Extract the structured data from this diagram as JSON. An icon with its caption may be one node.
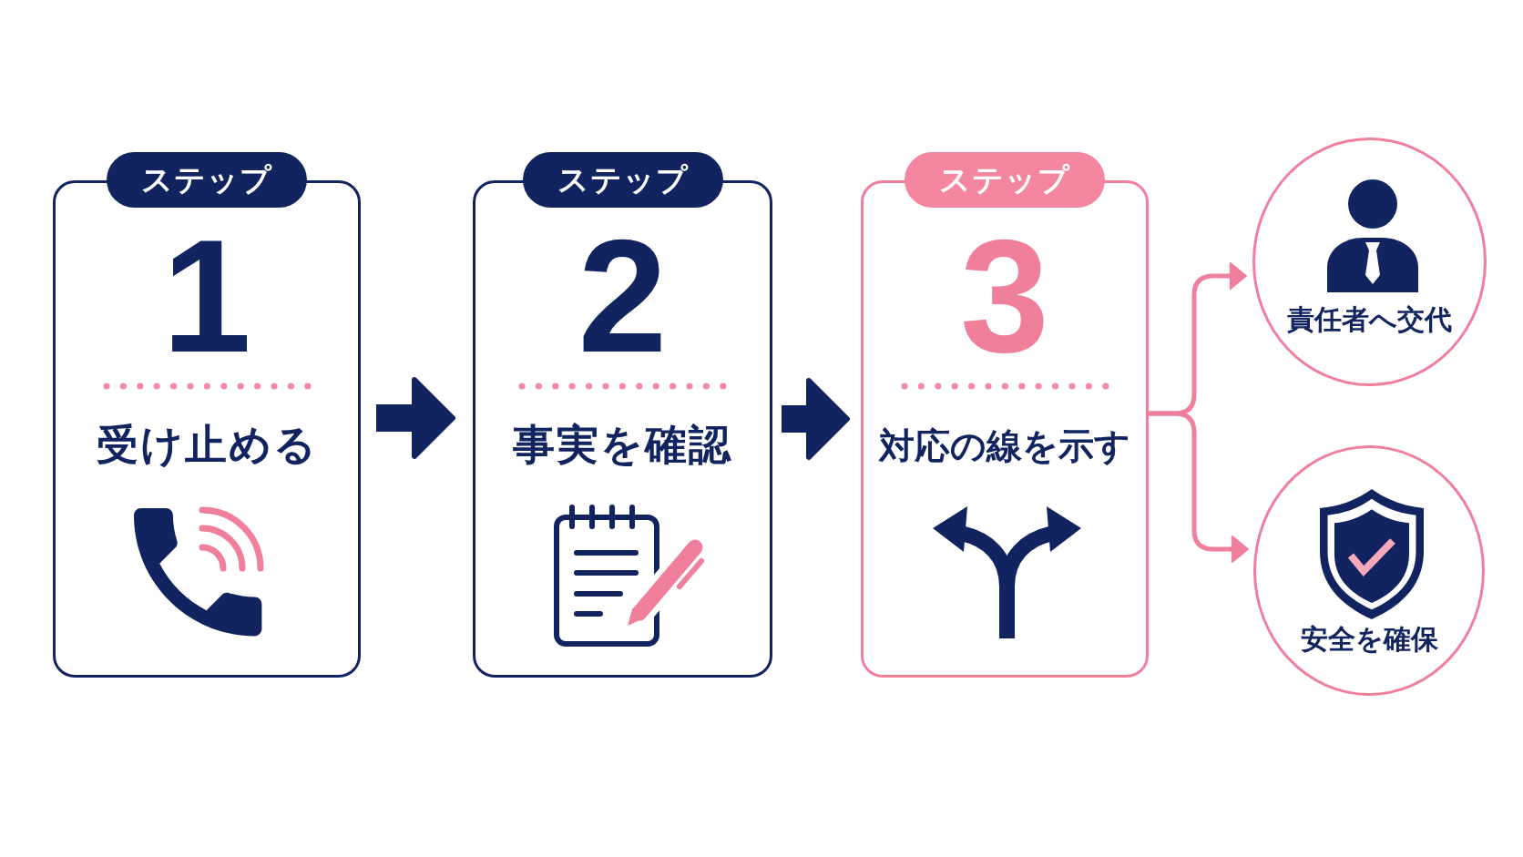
{
  "diagram": {
    "nodes": [
      {
        "text": [
          "ステップ",
          "1",
          "受け止める"
        ]
      },
      {
        "text": [
          "ステップ",
          "2",
          "事実を確認"
        ]
      },
      {
        "text": [
          "ステップ",
          "3",
          "対応の線を示す"
        ]
      },
      {
        "text": [
          "責任者へ交代"
        ]
      },
      {
        "text": [
          "安全を確保"
        ]
      }
    ],
    "edges": [
      {
        "from": 0,
        "to": 1,
        "arrow": "to",
        "style": "thick",
        "color": "#122460"
      },
      {
        "from": 1,
        "to": 2,
        "arrow": "to",
        "style": "thick",
        "color": "#122460"
      },
      {
        "from": 2,
        "to": 3,
        "arrow": "to",
        "color": "#f07f9c"
      },
      {
        "from": 2,
        "to": 4,
        "arrow": "to",
        "color": "#f07f9c"
      }
    ]
  }
}
